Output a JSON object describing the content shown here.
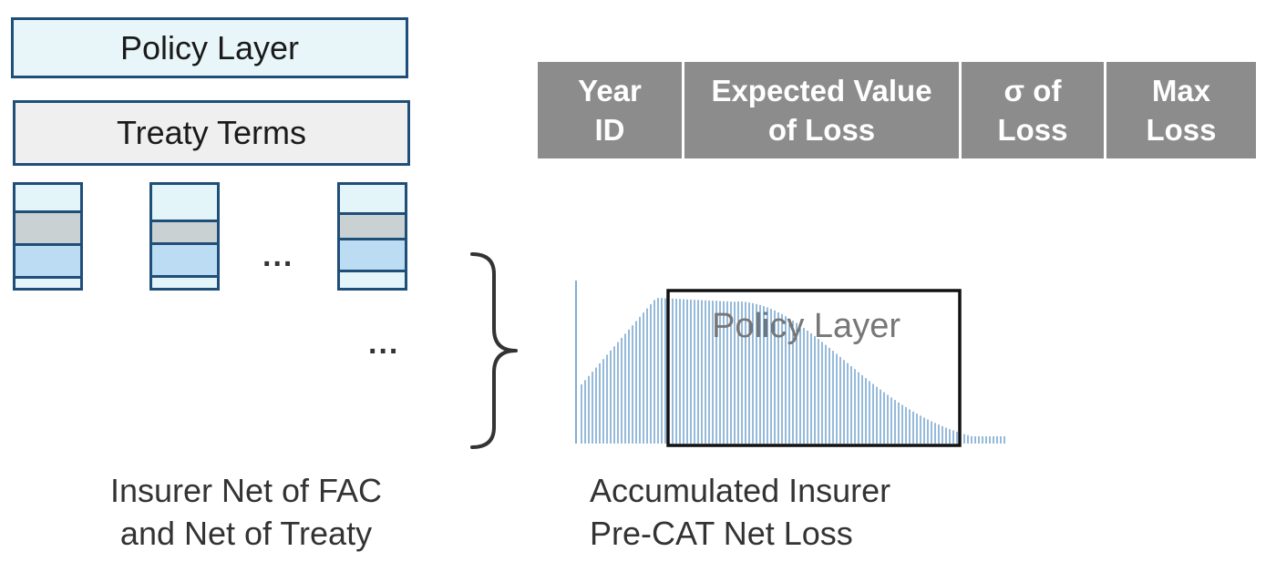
{
  "left_panel": {
    "policy_layer_label": "Policy Layer",
    "treaty_terms_label": "Treaty Terms",
    "ellipsis_row": "...",
    "ellipsis_below": "...",
    "caption_line1": "Insurer Net of FAC",
    "caption_line2": "and Net of Treaty"
  },
  "table": {
    "columns": [
      {
        "line1": "Year",
        "line2": "ID"
      },
      {
        "line1": "Expected Value",
        "line2": "of Loss"
      },
      {
        "line1": "σ of",
        "line2": "Loss"
      },
      {
        "line1": "Max",
        "line2": "Loss"
      }
    ]
  },
  "right_panel": {
    "policy_layer_overlay": "Policy Layer",
    "caption_line1": "Accumulated Insurer",
    "caption_line2": "Pre-CAT Net Loss"
  },
  "colors": {
    "stack_border": "#1f4e79",
    "stack_light": "#e3f5f9",
    "stack_gray": "#c9d1d3",
    "stack_blue": "#bcdcf3",
    "header_bg": "#8c8c8c",
    "histogram_line": "#2e75b6"
  }
}
